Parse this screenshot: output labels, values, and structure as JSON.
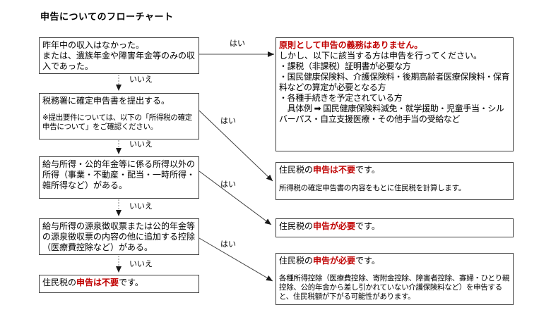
{
  "title": "申告についてのフローチャート",
  "labels": {
    "yes": "はい",
    "no": "いいえ"
  },
  "colors": {
    "red_text": "#c00000",
    "box_border": "#404040",
    "yes_arrow_gray": "#a6a6a6",
    "arrow_dark": "#404040"
  },
  "boxes": {
    "no_income": {
      "text": "昨年中の収入はなかった。\nまたは、遺族年金や障害年金等のみの収入であった。"
    },
    "submit_return": {
      "text": "税務署に確定申告書を提出する。",
      "note": "※提出要件については、以下の「所得税の確定申告について」をご確認ください。"
    },
    "other_income": {
      "text": "給与所得・公的年金等に係る所得以外の所得（事業・不動産・配当・一時所得・雑所得など）がある。"
    },
    "extra_deduction": {
      "text": "給与所得の源泉徴収票または公的年金等の源泉徴収票の内容の他に追加する控除（医療費控除など）がある。"
    },
    "not_required_final": {
      "prefix": "住民税の",
      "red": "申告は不要",
      "suffix": "です。"
    },
    "no_obligation": {
      "heading": "原則として申告の義務はありません。",
      "subheading": "しかし、以下に該当する方は申告を行ってください。",
      "details": "・課税（非課税）証明書が必要な方\n・国民健康保険料、介護保険料・後期高齢者医療保険料・保育料などの算定が必要となる方\n・各種手続きを予定されている方\n　具体例 ➡ 国民健康保険料減免・就学援助・児童手当・シルバーパス・自立支援医療・その他手当の受給など"
    },
    "not_required": {
      "prefix": "住民税の",
      "red": "申告は不要",
      "suffix": "です。",
      "note": "所得税の確定申告書の内容をもとに住民税を計算します。"
    },
    "required": {
      "prefix": "住民税の",
      "red": "申告が必要",
      "suffix": "です。"
    },
    "required_deduction": {
      "prefix": "住民税の",
      "red": "申告が必要",
      "suffix": "です。",
      "note": "各種所得控除（医療費控除、寄附金控除、障害者控除、寡婦・ひとり親控除、公的年金から差し引かれていない介護保険料など）を申告すると、住民税額が下がる可能性があります。"
    }
  },
  "edges": [
    {
      "from": "no_income",
      "to": "no_obligation",
      "label": "はい"
    },
    {
      "from": "no_income",
      "to": "submit_return",
      "label": "いいえ"
    },
    {
      "from": "submit_return",
      "to": "not_required",
      "label": "はい"
    },
    {
      "from": "submit_return",
      "to": "other_income",
      "label": "いいえ"
    },
    {
      "from": "other_income",
      "to": "required",
      "label": "はい"
    },
    {
      "from": "other_income",
      "to": "extra_deduction",
      "label": "いいえ"
    },
    {
      "from": "extra_deduction",
      "to": "required_deduction",
      "label": "はい"
    },
    {
      "from": "extra_deduction",
      "to": "not_required_final",
      "label": "いいえ"
    }
  ]
}
